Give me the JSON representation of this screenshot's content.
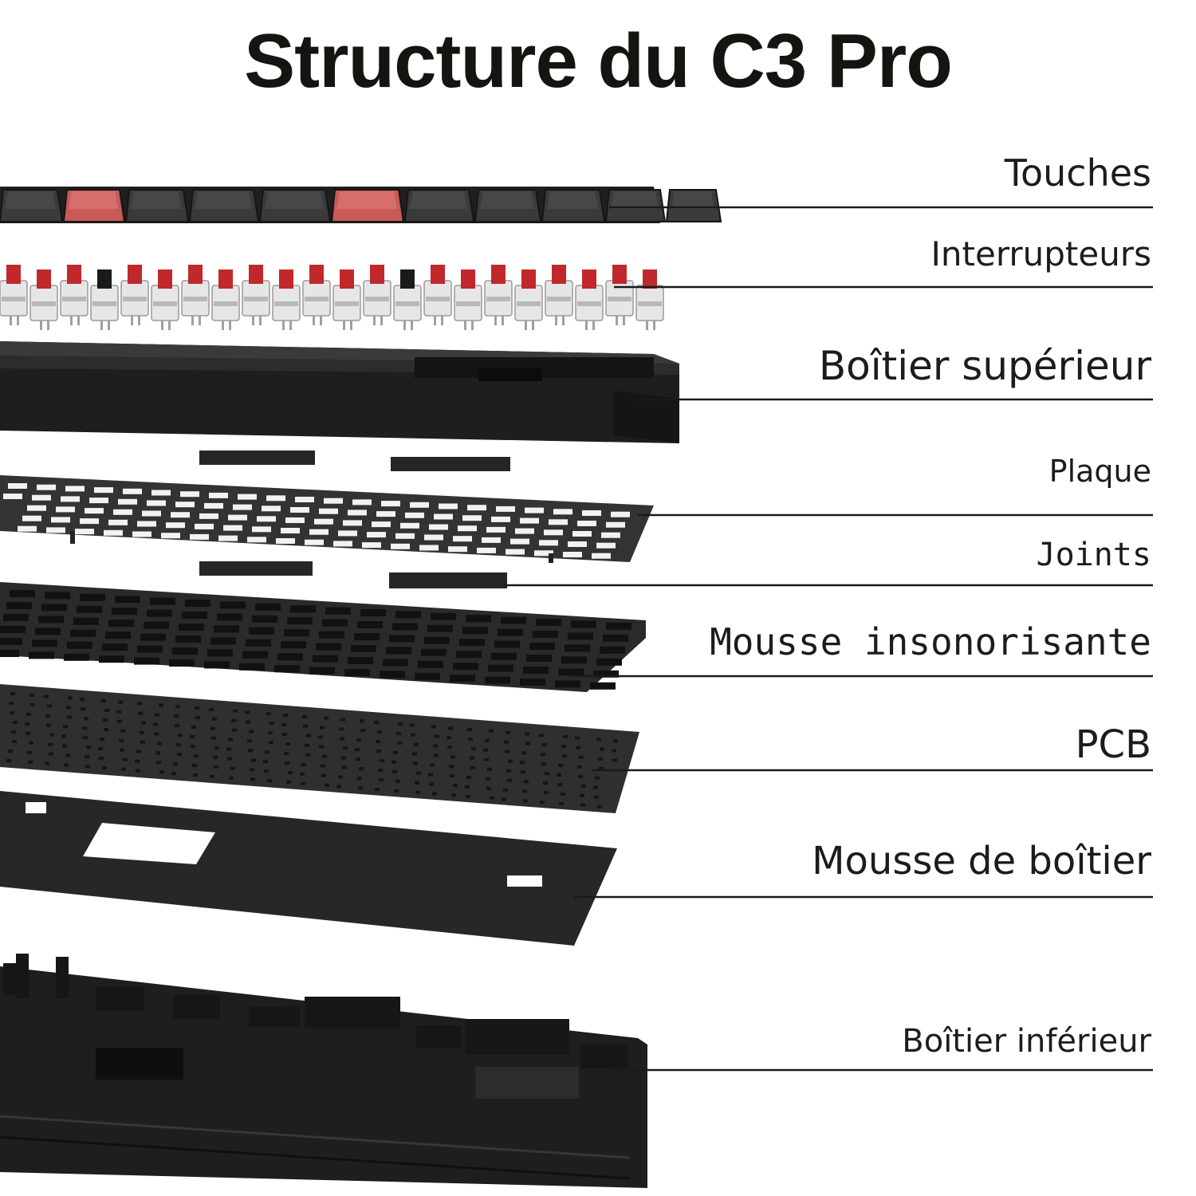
{
  "title": "Structure du C3 Pro",
  "colors": {
    "layer_dark": "#262626",
    "layer_mid": "#333333",
    "key_red": "#c85a58",
    "switch_red": "#c0282c",
    "switch_clear": "#e6e6e6",
    "leader_line": "#1a1a1a"
  },
  "layers": [
    {
      "label": "Touches"
    },
    {
      "label": "Interrupteurs"
    },
    {
      "label": "Boîtier supérieur"
    },
    {
      "label": "Plaque"
    },
    {
      "label": "Joints"
    },
    {
      "label": "Mousse insonorisante"
    },
    {
      "label": "PCB"
    },
    {
      "label": "Mousse de boîtier"
    },
    {
      "label": "Boîtier inférieur"
    }
  ]
}
